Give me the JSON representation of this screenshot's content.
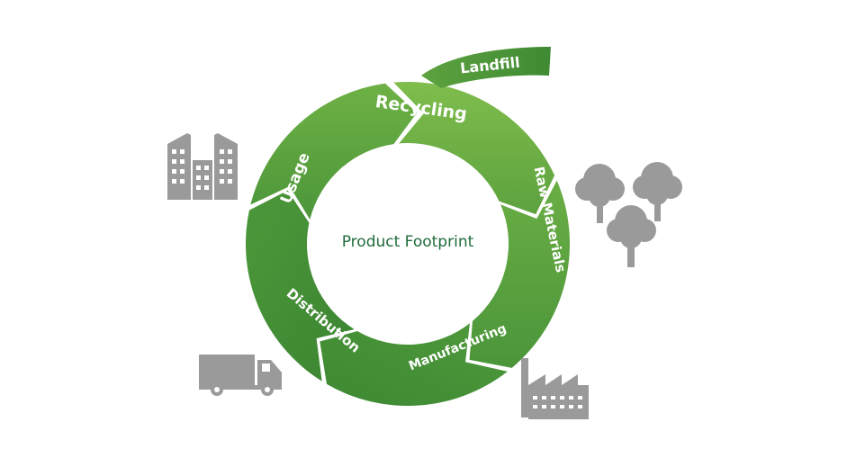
{
  "diagram": {
    "center_label": "Product Footprint",
    "stages": [
      {
        "id": "recycling",
        "label": "Recycling"
      },
      {
        "id": "raw-materials",
        "label": "Raw Materials"
      },
      {
        "id": "manufacturing",
        "label": "Manufacturing"
      },
      {
        "id": "distribution",
        "label": "Distribution"
      },
      {
        "id": "usage",
        "label": "Usage"
      }
    ],
    "branch": {
      "id": "landfill",
      "label": "Landfill"
    },
    "icons": [
      "city-buildings-icon",
      "trees-icon",
      "factory-icon",
      "truck-icon"
    ],
    "colors": {
      "green_light": "#79b84a",
      "green_dark": "#3e8a34",
      "icon_gray": "#9a9a9a",
      "center_text": "#1f6b3a"
    }
  }
}
